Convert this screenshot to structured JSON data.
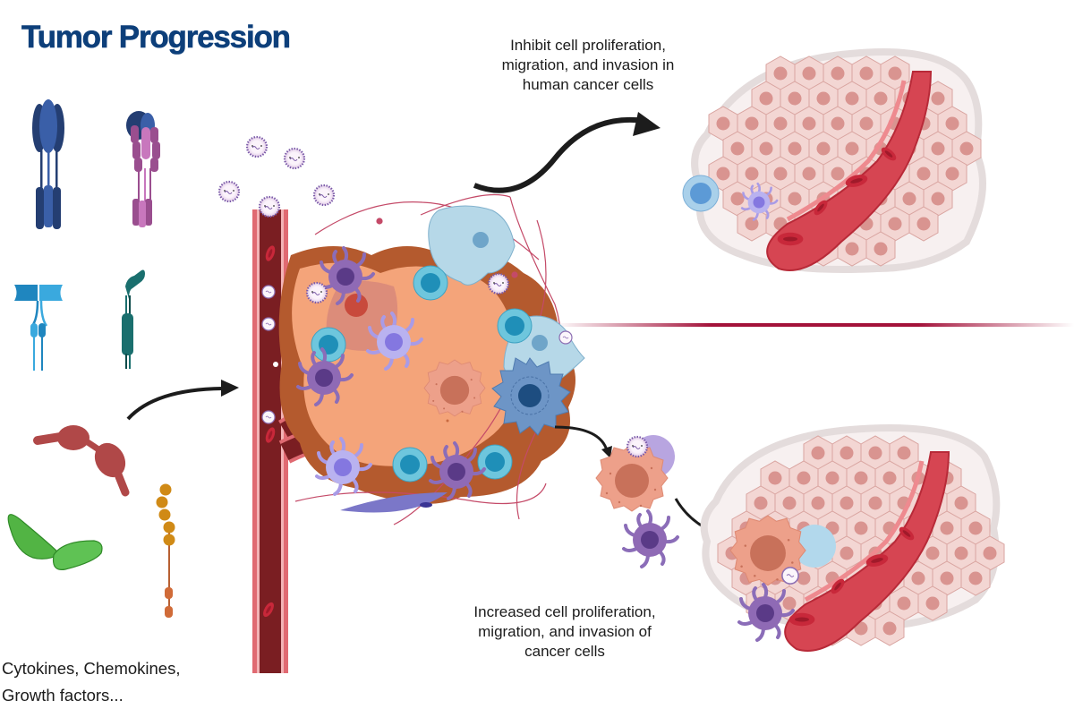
{
  "figure": {
    "title": "Tumor Progression",
    "captions": {
      "inhibit": [
        "Inhibit cell proliferation,",
        "migration, and invasion in",
        "human cancer cells"
      ],
      "increase": [
        "Increased cell proliferation,",
        "migration, and invasion of",
        "cancer cells"
      ],
      "factors": [
        "Cytokines, Chemokines,",
        "Growth factors..."
      ]
    },
    "icons": {
      "receptors": [
        "dimeric-receptor-icon",
        "multimeric-receptor-icon",
        "integrin-receptor-icon",
        "single-pass-receptor-icon"
      ],
      "ligands": [
        "cytokine-icon",
        "chemokine-icon",
        "growth-factor-icon"
      ],
      "central": [
        "blood-vessel-icon",
        "tumor-mass-icon",
        "virus-particle-icon",
        "immune-cell-icon",
        "fibroblast-icon",
        "nerve-fiber-icon"
      ],
      "outcomes": [
        "healthy-tissue-icon",
        "invaded-tissue-icon",
        "cancer-cell-icon"
      ]
    },
    "colors": {
      "title": "#0d3f7a",
      "vessel_dark": "#7a1e22",
      "vessel_light": "#e06a72",
      "tumor_orange": "#f4a47a",
      "tumor_brown": "#b45a2e",
      "tissue_pink": "#f3d6d3",
      "tissue_nucleus": "#d99490",
      "divider": "#a3123a",
      "arrow": "#1c1c1c"
    }
  }
}
